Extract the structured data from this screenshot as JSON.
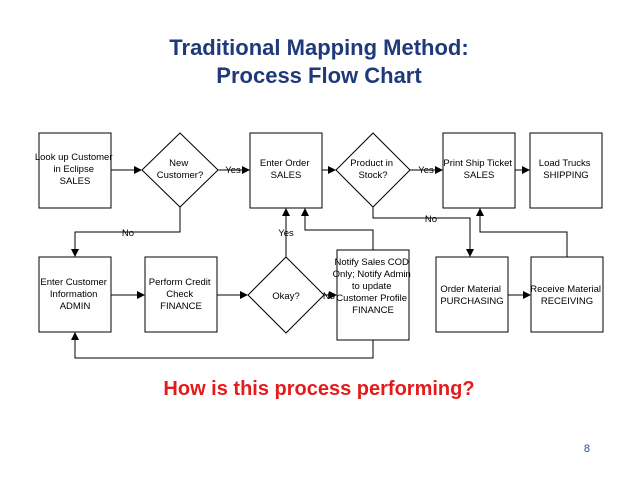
{
  "slide": {
    "title_line1": "Traditional Mapping Method:",
    "title_line2": "Process Flow Chart",
    "question": "How is this process performing?",
    "page_number": "8"
  },
  "nodes": {
    "lookup": [
      "Look up Customer",
      "in Eclipse",
      "SALES"
    ],
    "new_customer": [
      "New",
      "Customer?"
    ],
    "enter_order": [
      "Enter Order",
      "SALES"
    ],
    "product_stock": [
      "Product in",
      "Stock?"
    ],
    "print_ticket": [
      "Print Ship Ticket",
      "SALES"
    ],
    "load_trucks": [
      "Load Trucks",
      "SHIPPING"
    ],
    "enter_customer": [
      "Enter Customer",
      "Information",
      "ADMIN"
    ],
    "perform_credit": [
      "Perform Credit",
      "Check",
      "FINANCE"
    ],
    "okay": [
      "Okay?"
    ],
    "notify": [
      "Notify Sales COD",
      "Only; Notify Admin",
      "to update",
      "Customer Profile",
      "FINANCE"
    ],
    "order_material": [
      "Order Material",
      "PURCHASING"
    ],
    "receive_material": [
      "Receive Material",
      "RECEIVING"
    ]
  },
  "edge_labels": {
    "yes1": "Yes",
    "yes2": "Yes",
    "yes3": "Yes",
    "no1": "No",
    "no2": "No",
    "no3": "No"
  },
  "colors": {
    "title": "#1f3a7a",
    "question": "#e31b1b",
    "page_number": "#2a4fa0",
    "lines": "#000000"
  }
}
